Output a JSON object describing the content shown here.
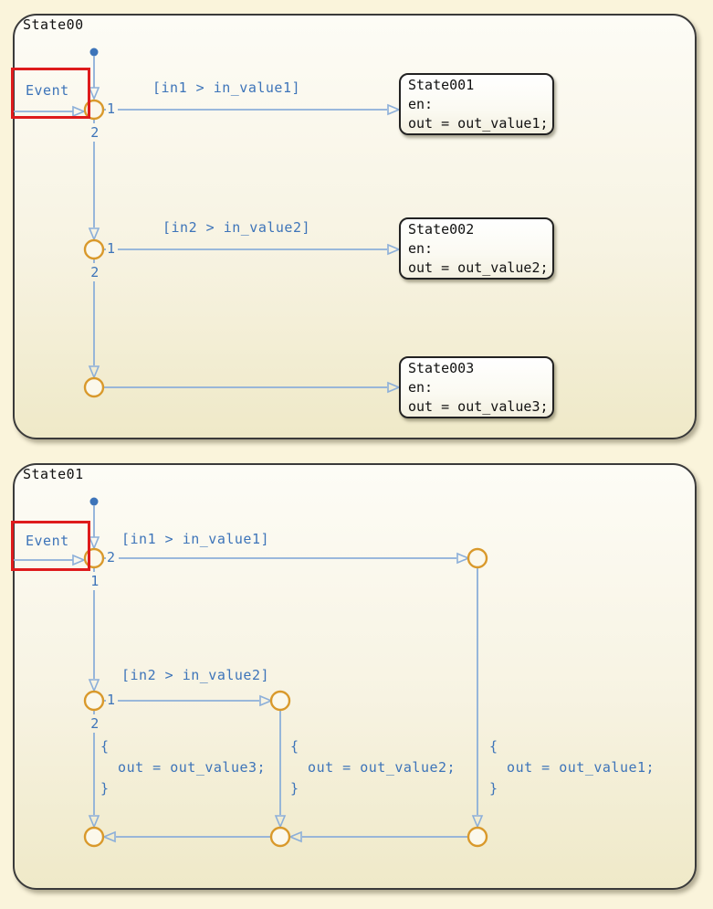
{
  "colors": {
    "page_bg": "#FAF4DB",
    "chart_fill_top": "#FDFCF6",
    "chart_fill_bottom": "#EFE9C8",
    "chart_border": "#3A3A3A",
    "transition_line": "#8CAFD9",
    "label_blue": "#3D74B9",
    "junction_orange": "#D9992B",
    "annotation_red": "#DE1B1C",
    "state_text": "#111111"
  },
  "charts": [
    {
      "title": "State00",
      "event_label": "Event",
      "conditions": [
        "[in1 > in_value1]",
        "[in2 > in_value2]"
      ],
      "junction_labels": {
        "j1_right": "1",
        "j1_down": "2",
        "j2_right": "1",
        "j2_down": "2"
      },
      "states": [
        {
          "name": "State001",
          "entry": "en:",
          "action": "out = out_value1;"
        },
        {
          "name": "State002",
          "entry": "en:",
          "action": "out = out_value2;"
        },
        {
          "name": "State003",
          "entry": "en:",
          "action": "out = out_value3;"
        }
      ]
    },
    {
      "title": "State01",
      "event_label": "Event",
      "conditions": [
        "[in1 > in_value1]",
        "[in2 > in_value2]"
      ],
      "junction_labels": {
        "j1_right": "2",
        "j1_down": "1",
        "j2_right": "1",
        "j2_down": "2"
      },
      "actions": [
        "{\n  out = out_value3;\n}",
        "{\n  out = out_value2;\n}",
        "{\n  out = out_value1;\n}"
      ]
    }
  ]
}
